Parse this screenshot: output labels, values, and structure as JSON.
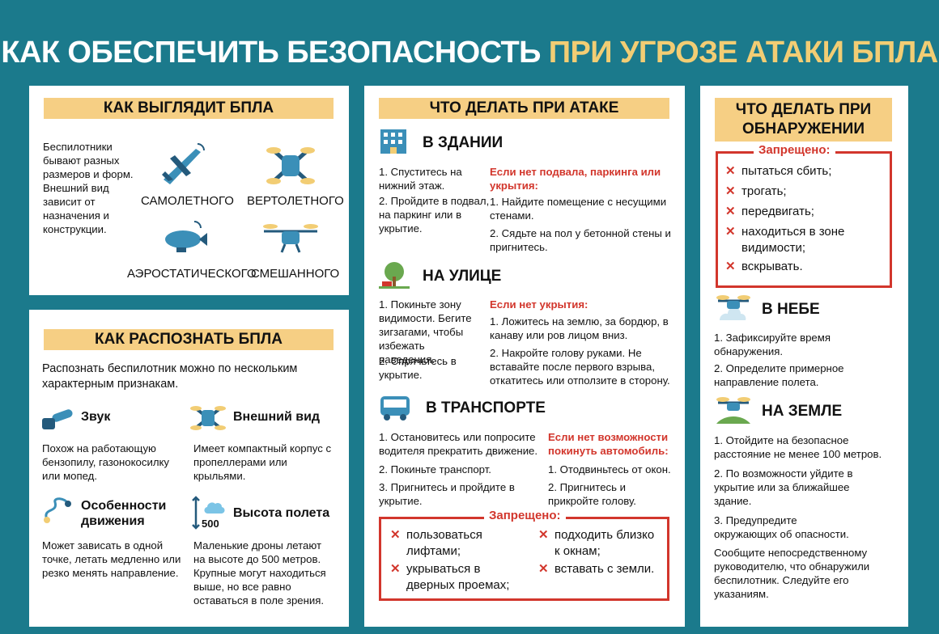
{
  "title": {
    "part1": "КАК ОБЕСПЕЧИТЬ БЕЗОПАСНОСТЬ",
    "part2": "ПРИ УГРОЗЕ АТАКИ БПЛА"
  },
  "colors": {
    "background": "#1b7a8c",
    "highlight": "#f2cd74",
    "band": "#f6cf84",
    "forbidden": "#d2362c"
  },
  "looks": {
    "heading": "КАК ВЫГЛЯДИТ БПЛА",
    "text": "Беспилотники бывают разных размеров и форм. Внешний вид зависит от назначения и конструкции.",
    "types": [
      "САМОЛЕТНОГО",
      "ВЕРТОЛЕТНОГО",
      "АЭРОСТАТИЧЕСКОГО",
      "СМЕШАННОГО"
    ],
    "icons": [
      "airplane-drone-icon",
      "quadcopter-drone-icon",
      "blimp-drone-icon",
      "hybrid-drone-icon"
    ]
  },
  "recognize": {
    "heading": "КАК РАСПОЗНАТЬ БПЛА",
    "intro": "Распознать беспилотник можно по нескольким характерным признакам.",
    "signs": [
      {
        "title": "Звук",
        "text": "Похож на работающую бензопилу, газонокосилку или мопед.",
        "icon": "chainsaw-icon"
      },
      {
        "title": "Внешний вид",
        "text": "Имеет компактный корпус с пропеллерами или крыльями.",
        "icon": "drone-icon"
      },
      {
        "title": "Особенности движения",
        "text": "Может зависать в одной точке, летать медленно или резко менять направление.",
        "icon": "route-icon"
      },
      {
        "title": "Высота полета",
        "text": "Маленькие дроны летают на высоте до 500 метров. Крупные могут находиться выше, но все равно оставаться в поле зрения.",
        "icon": "altitude-icon"
      }
    ],
    "altitude_icon_label": "500"
  },
  "attack": {
    "heading": "ЧТО ДЕЛАТЬ ПРИ АТАКЕ",
    "building": {
      "title": "В ЗДАНИИ",
      "left": [
        "1. Спуститесь на нижний этаж.",
        "2. Пройдите в подвал, на паркинг или в укрытие."
      ],
      "cond": "Если нет подвала, паркинга или укрытия:",
      "right": [
        "1. Найдите помещение с несущими стенами.",
        "2. Сядьте на пол у бетонной стены и пригнитесь."
      ]
    },
    "street": {
      "title": "НА УЛИЦЕ",
      "left": [
        "1. Покиньте зону видимости. Бегите зигзагами, чтобы избежать наведения.",
        "2. Спрячьтесь в укрытие."
      ],
      "cond": "Если нет укрытия:",
      "right": [
        "1. Ложитесь на землю, за бордюр, в канаву или ров лицом вниз.",
        "2. Накройте голову руками. Не вставайте после первого взрыва, откатитесь или отползите в сторону."
      ]
    },
    "transport": {
      "title": "В ТРАНСПОРТЕ",
      "left": [
        "1. Остановитесь или попросите водителя прекратить движение.",
        "2. Покиньте транспорт.",
        "3. Пригнитесь и пройдите в укрытие."
      ],
      "cond": "Если нет возможности покинуть автомобиль:",
      "right": [
        "1. Отодвиньтесь от окон.",
        "2. Пригнитесь и прикройте голову."
      ]
    },
    "forbidden_title": "Запрещено:",
    "forbidden": [
      "пользоваться лифтами;",
      "укрываться в дверных проемах;",
      "подходить близко к окнам;",
      "вставать с земли."
    ]
  },
  "detect": {
    "heading": "ЧТО ДЕЛАТЬ ПРИ ОБНАРУЖЕНИИ",
    "forbidden_title": "Запрещено:",
    "forbidden": [
      "пытаться сбить;",
      "трогать;",
      "передвигать;",
      "находиться в зоне видимости;",
      "вскрывать."
    ],
    "sky": {
      "title": "В НЕБЕ",
      "items": [
        "1. Зафиксируйте время обнаружения.",
        "2. Определите примерное направление полета."
      ]
    },
    "ground": {
      "title": "НА ЗЕМЛЕ",
      "items": [
        "1. Отойдите на безопасное расстояние не менее 100 метров.",
        "2. По возможности уйдите в укрытие или за ближайшее здание.",
        "3. Предупредите окружающих об опасности.",
        "Сообщите непосредственному руководителю, что обнаружили беспилотник. Следуйте его указаниям."
      ]
    }
  }
}
